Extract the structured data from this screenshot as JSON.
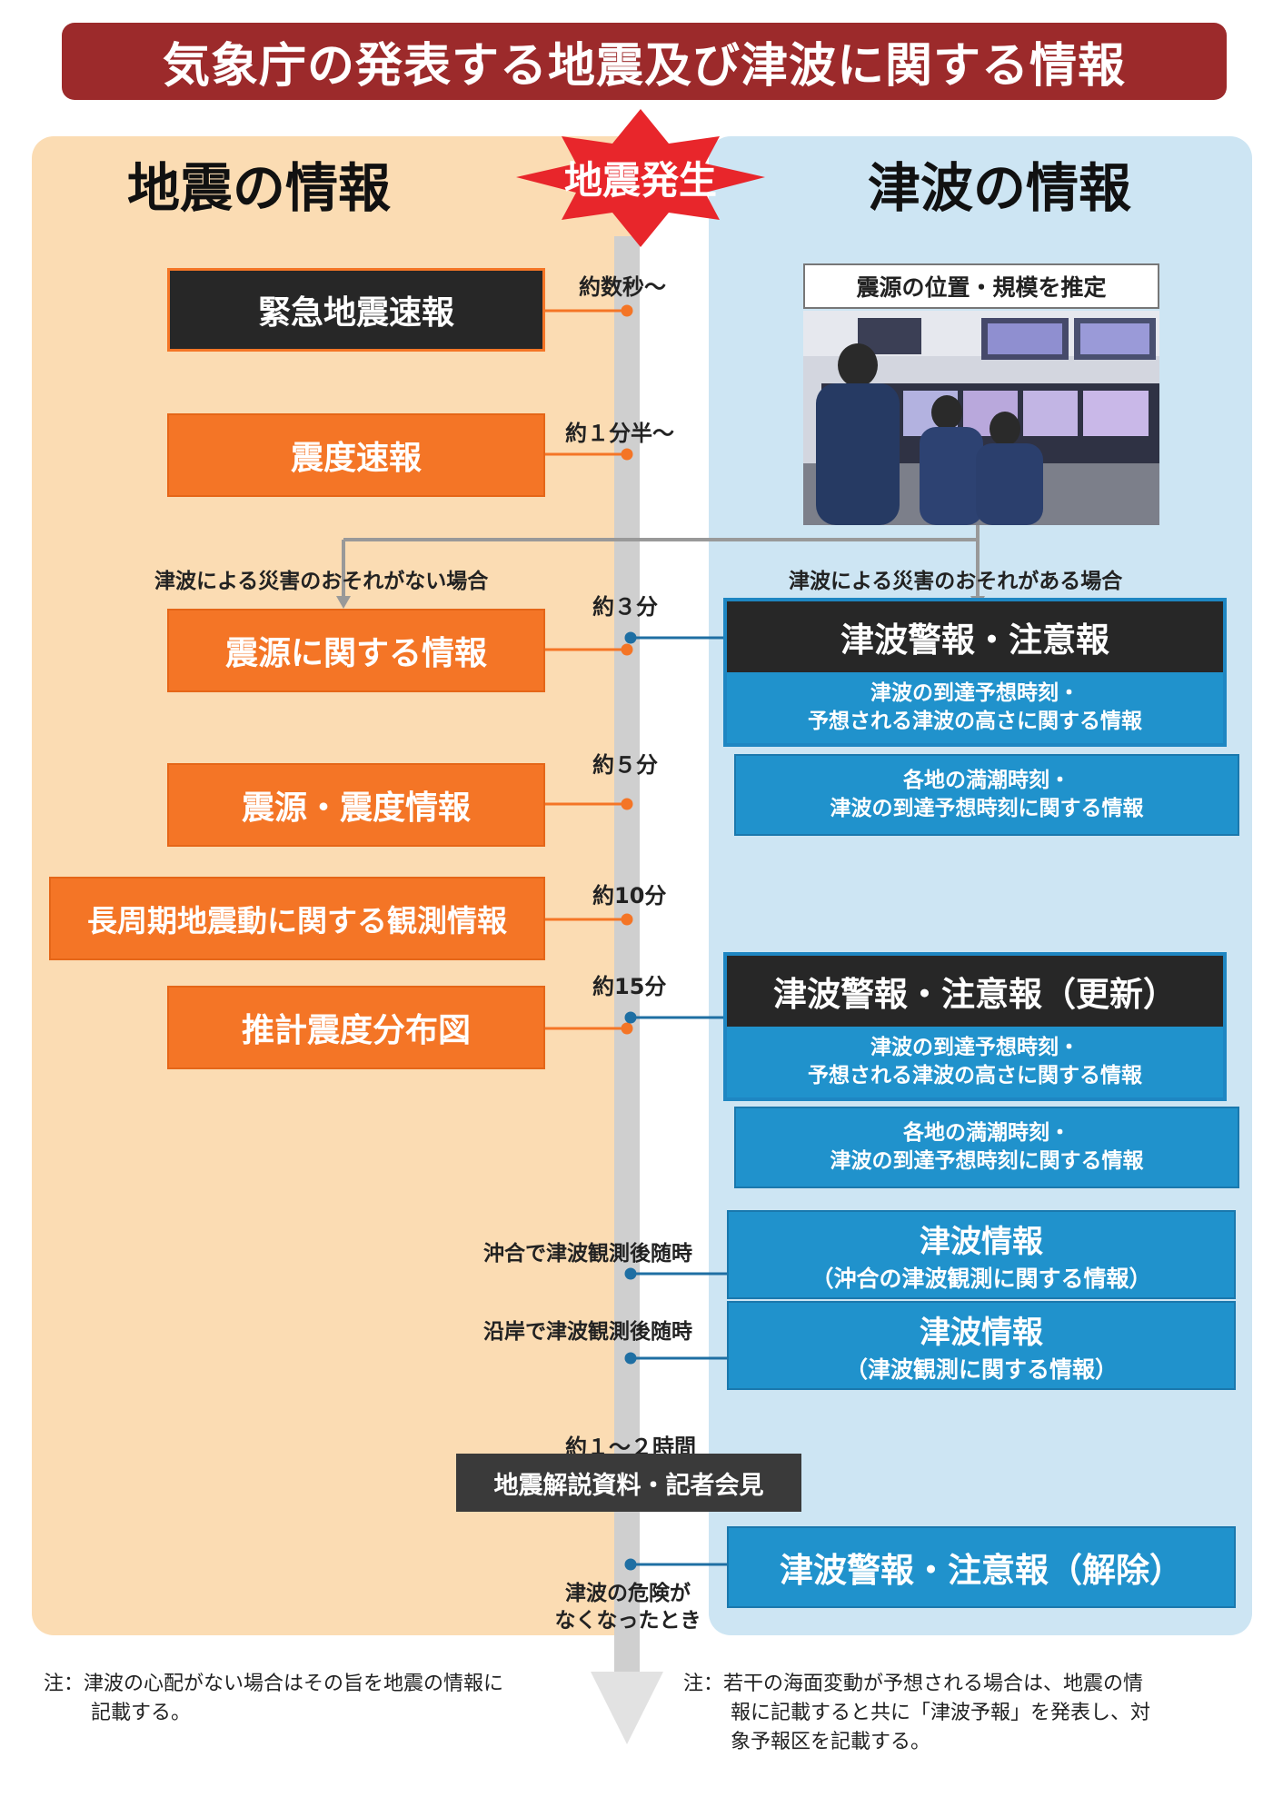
{
  "title": "気象庁の発表する地震及び津波に関する情報",
  "trigger": "地震発生",
  "left_panel_title": "地震の情報",
  "right_panel_title": "津波の情報",
  "times": {
    "t1": "約数秒〜",
    "t2": "約１分半〜",
    "t3": "約３分",
    "t4": "約５分",
    "t5": "約10分",
    "t6": "約15分",
    "t7": "約１〜２時間"
  },
  "earthquake_boxes": {
    "eew": "緊急地震速報",
    "shindo_sokuho": "震度速報",
    "shingen": "震源に関する情報",
    "shingen_shindo": "震源・震度情報",
    "long_period": "長周期地震動に関する観測情報",
    "estimated": "推計震度分布図"
  },
  "branch_labels": {
    "no_risk": "津波による災害のおそれがない場合",
    "risk": "津波による災害のおそれがある場合"
  },
  "estimation_label": "震源の位置・規模を推定",
  "tsunami": {
    "warning1_head": "津波警報・注意報",
    "warning1_sub1": "津波の到達予想時刻・",
    "warning1_sub2": "予想される津波の高さに関する情報",
    "tide1_line1": "各地の満潮時刻・",
    "tide1_line2": "津波の到達予想時刻に関する情報",
    "warning2_head": "津波警報・注意報（更新）",
    "warning2_sub1": "津波の到達予想時刻・",
    "warning2_sub2": "予想される津波の高さに関する情報",
    "tide2_line1": "各地の満潮時刻・",
    "tide2_line2": "津波の到達予想時刻に関する情報",
    "offshore_trigger": "沖合で津波観測後随時",
    "offshore_title": "津波情報",
    "offshore_sub": "（沖合の津波観測に関する情報）",
    "coastal_trigger": "沿岸で津波観測後随時",
    "coastal_title": "津波情報",
    "coastal_sub": "（津波観測に関する情報）",
    "cancel": "津波警報・注意報（解除）",
    "cancel_trigger_1": "津波の危険が",
    "cancel_trigger_2": "なくなったとき"
  },
  "press": "地震解説資料・記者会見",
  "notes": {
    "left_1": "注：津波の心配がない場合はその旨を地震の情報に",
    "left_2": "記載する。",
    "right_1": "注：若干の海面変動が予想される場合は、地震の情",
    "right_2": "報に記載すると共に「津波予報」を発表し、対",
    "right_3": "象予報区を記載する。"
  },
  "colors": {
    "title_bg": "#9c2a2b",
    "earthquake_box": "#f47526",
    "tsunami_box": "#2092cc",
    "dark_box": "#272727",
    "left_panel": "#fbdcb3",
    "right_panel": "#cde5f3",
    "burst": "#e8262b"
  }
}
